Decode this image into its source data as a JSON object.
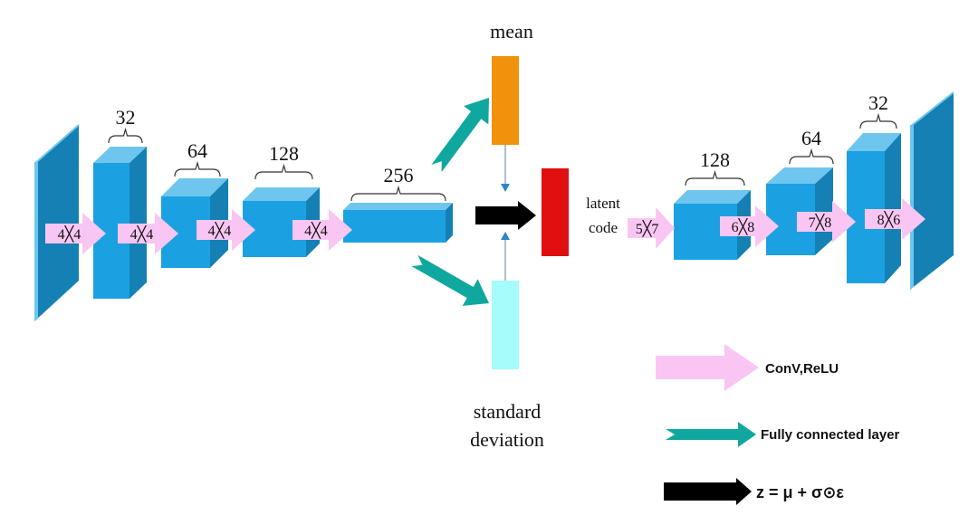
{
  "colors": {
    "block_front": "#1ba1e2",
    "block_top": "#6ec6ef",
    "block_side": "#1580b4",
    "conv_arrow": "#f9c6f3",
    "fc_arrow": "#10a89e",
    "mean": "#f0920b",
    "std": "#a6fbfb",
    "latent": "#e01010",
    "sample_arrow": "#000000"
  },
  "encoder": {
    "channels": [
      "32",
      "64",
      "128",
      "256"
    ],
    "kernels": [
      "4╳4",
      "4╳4",
      "4╳4",
      "4╳4"
    ]
  },
  "middle": {
    "mean_label": "mean",
    "std_label_1": "standard",
    "std_label_2": "deviation",
    "latent_label_1": "latent",
    "latent_label_2": "code"
  },
  "decoder": {
    "channels": [
      "128",
      "64",
      "32"
    ],
    "kernels": [
      "5╳7",
      "6╳8",
      "7╳8",
      "8╳6"
    ]
  },
  "legend": [
    {
      "label": "ConV,ReLU",
      "icon": "pink-arrow"
    },
    {
      "label": "Fully connected layer",
      "icon": "teal-arrow"
    },
    {
      "label": "z = μ + σ⊙ε",
      "icon": "black-arrow"
    }
  ]
}
